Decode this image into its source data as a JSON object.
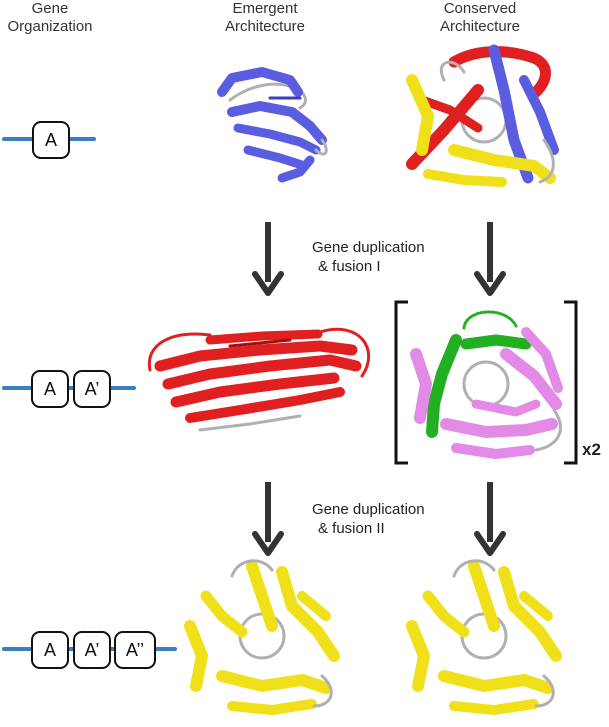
{
  "headers": {
    "gene_organization": [
      "Gene",
      "Organization"
    ],
    "emergent": [
      "Emergent",
      "Architecture"
    ],
    "conserved": [
      "Conserved",
      "Architecture"
    ]
  },
  "steps": {
    "step1": [
      "Gene duplication",
      "& fusion I"
    ],
    "step2": [
      "Gene duplication",
      "& fusion II"
    ]
  },
  "genes": {
    "row1": [
      "A"
    ],
    "row2": [
      "A",
      "A’"
    ],
    "row3": [
      "A",
      "A’",
      "A’’"
    ]
  },
  "multiplier": "x2",
  "colors": {
    "gene_line": "#3a7fc0",
    "arrow": "#333333",
    "blue_strand": "#5a5de0",
    "red_strand": "#e02020",
    "yellow_strand": "#f0e01a",
    "green_strand": "#22b022",
    "pink_strand": "#e28ae6",
    "coil": "#b0b0b0"
  }
}
